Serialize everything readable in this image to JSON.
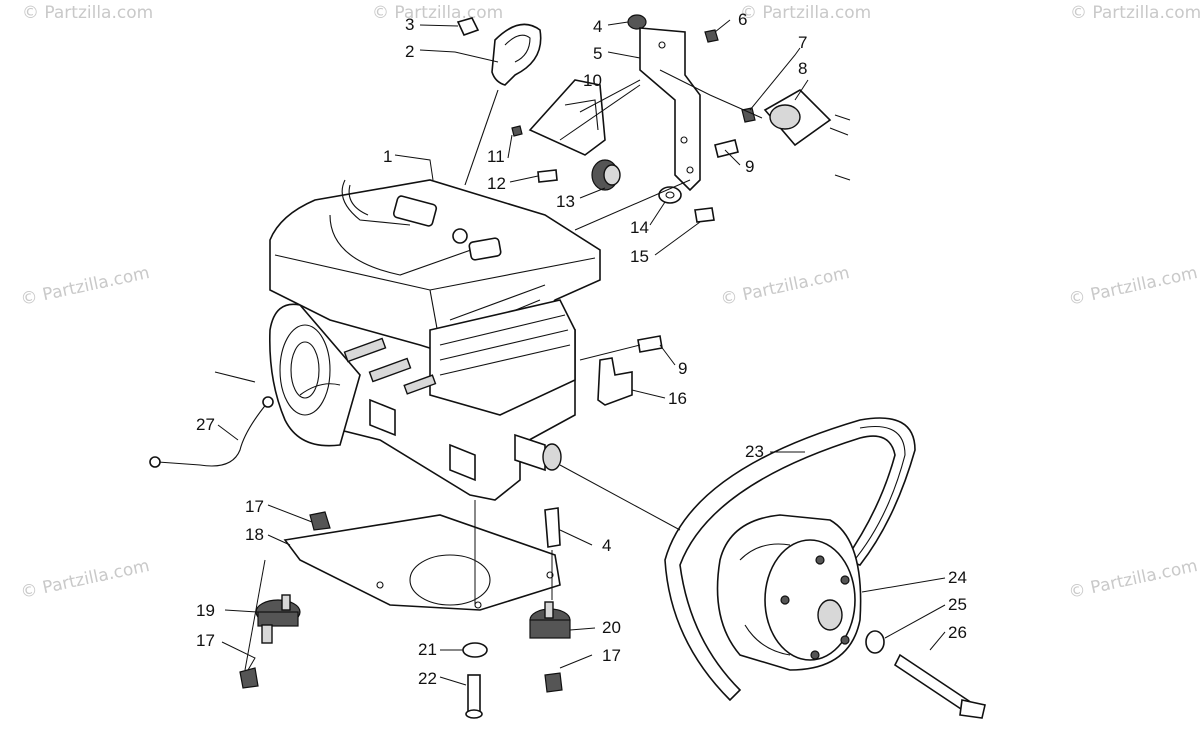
{
  "watermark": {
    "text": "© Partzilla.com"
  },
  "callouts": [
    "1",
    "2",
    "3",
    "4",
    "5",
    "6",
    "7",
    "8",
    "9",
    "10",
    "11",
    "12",
    "13",
    "14",
    "15",
    "9",
    "16",
    "17",
    "18",
    "19",
    "17",
    "20",
    "21",
    "22",
    "17",
    "4",
    "23",
    "24",
    "25",
    "26",
    "27"
  ]
}
